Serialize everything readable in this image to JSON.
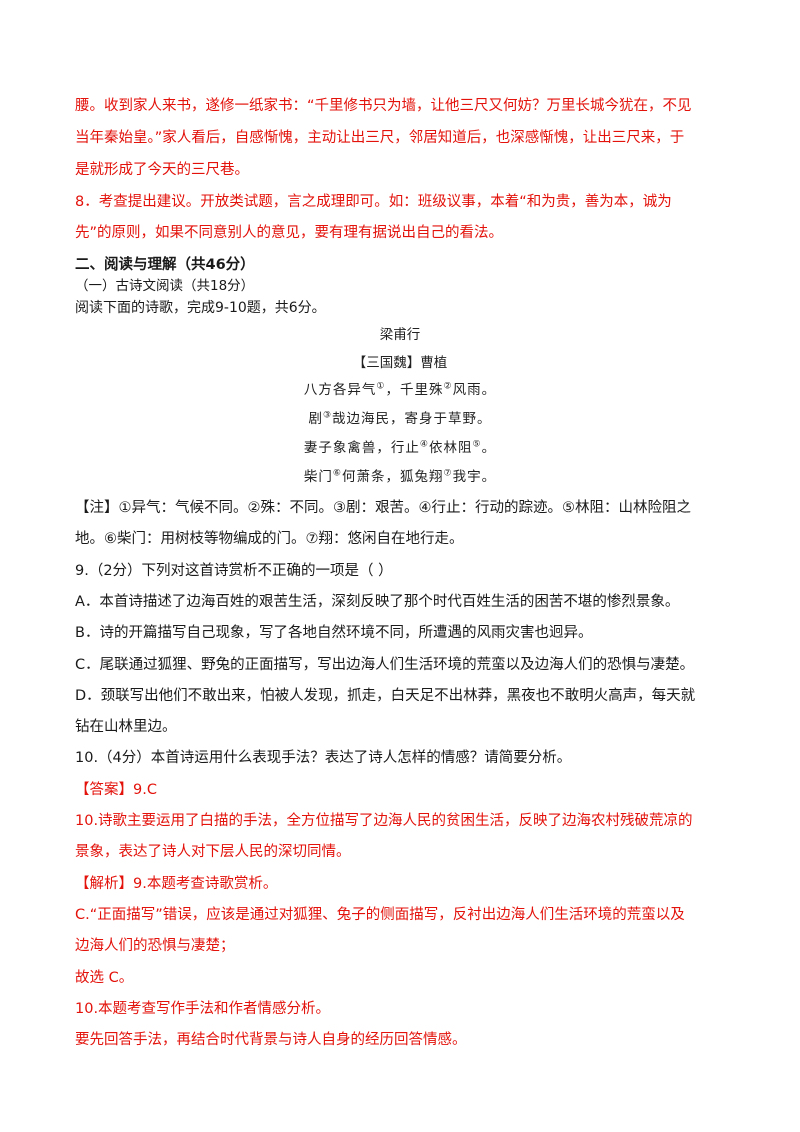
{
  "answer_prev": {
    "lines": [
      "腰。收到家人来书，遂修一纸家书：“千里修书只为墙，让他三尺又何妨？万里长城今犹在，不见",
      "当年秦始皇。”家人看后，自感惭愧，主动让出三尺，邻居知道后，也深感惭愧，让出三尺来，于",
      "是就形成了今天的三尺巷。"
    ],
    "q8_lines": [
      "8．考查提出建议。开放类试题，言之成理即可。如：班级议事，本着“和为贵，善为本，诚为",
      "先”的原则，如果不同意别人的意见，要有理有据说出自己的看法。"
    ]
  },
  "section": {
    "heading": "二、阅读与理解（共46分）",
    "subheading": "（一）古诗文阅读（共18分）",
    "instruction": "阅读下面的诗歌，完成9-10题，共6分。"
  },
  "poem": {
    "title": "梁甫行",
    "author": "【三国魏】曹植",
    "lines": [
      {
        "a": "八方各异气",
        "s1": "①",
        "b": "，千里殊",
        "s2": "②",
        "c": "风雨。"
      },
      {
        "a": "剧",
        "s1": "③",
        "b": "哉边海民，寄身于草野。",
        "s2": "",
        "c": ""
      },
      {
        "a": "妻子象禽兽，行止",
        "s1": "④",
        "b": "依林阻",
        "s2": "⑤",
        "c": "。"
      },
      {
        "a": "柴门",
        "s1": "⑥",
        "b": "何萧条，狐兔翔",
        "s2": "⑦",
        "c": "我宇。"
      }
    ]
  },
  "note": {
    "lines": [
      "【注】①异气：气候不同。②殊：不同。③剧：艰苦。④行止：行动的踪迹。⑤林阻：山林险阻之",
      "地。⑥柴门：用树枝等物编成的门。⑦翔：悠闲自在地行走。"
    ]
  },
  "q9": {
    "stem": "9.（2分）下列对这首诗赏析不正确的一项是（    ）",
    "options": [
      "A．本首诗描述了边海百姓的艰苦生活，深刻反映了那个时代百姓生活的困苦不堪的惨烈景象。",
      "B．诗的开篇描写自己现象，写了各地自然环境不同，所遭遇的风雨灾害也迥异。",
      "C．尾联通过狐狸、野兔的正面描写，写出边海人们生活环境的荒蛮以及边海人们的恐惧与凄楚。",
      "D．颈联写出他们不敢出来，怕被人发现，抓走，白天足不出林莽，黑夜也不敢明火高声，每天就",
      "钻在山林里边。"
    ]
  },
  "q10": {
    "stem": "10.（4分）本首诗运用什么表现手法？表达了诗人怎样的情感？请简要分析。"
  },
  "answer": {
    "lines": [
      "【答案】9.C",
      "10.诗歌主要运用了白描的手法，全方位描写了边海人民的贫困生活，反映了边海农村残破荒凉的",
      "景象，表达了诗人对下层人民的深切同情。",
      "【解析】9.本题考查诗歌赏析。",
      "C.“正面描写”错误，应该是通过对狐狸、兔子的侧面描写，反衬出边海人们生活环境的荒蛮以及",
      "边海人们的恐惧与凄楚；",
      "故选 C。",
      "10.本题考查写作手法和作者情感分析。",
      "要先回答手法，再结合时代背景与诗人自身的经历回答情感。"
    ]
  },
  "colors": {
    "answer_red": "#e3120b",
    "text": "#1a1a1a"
  }
}
